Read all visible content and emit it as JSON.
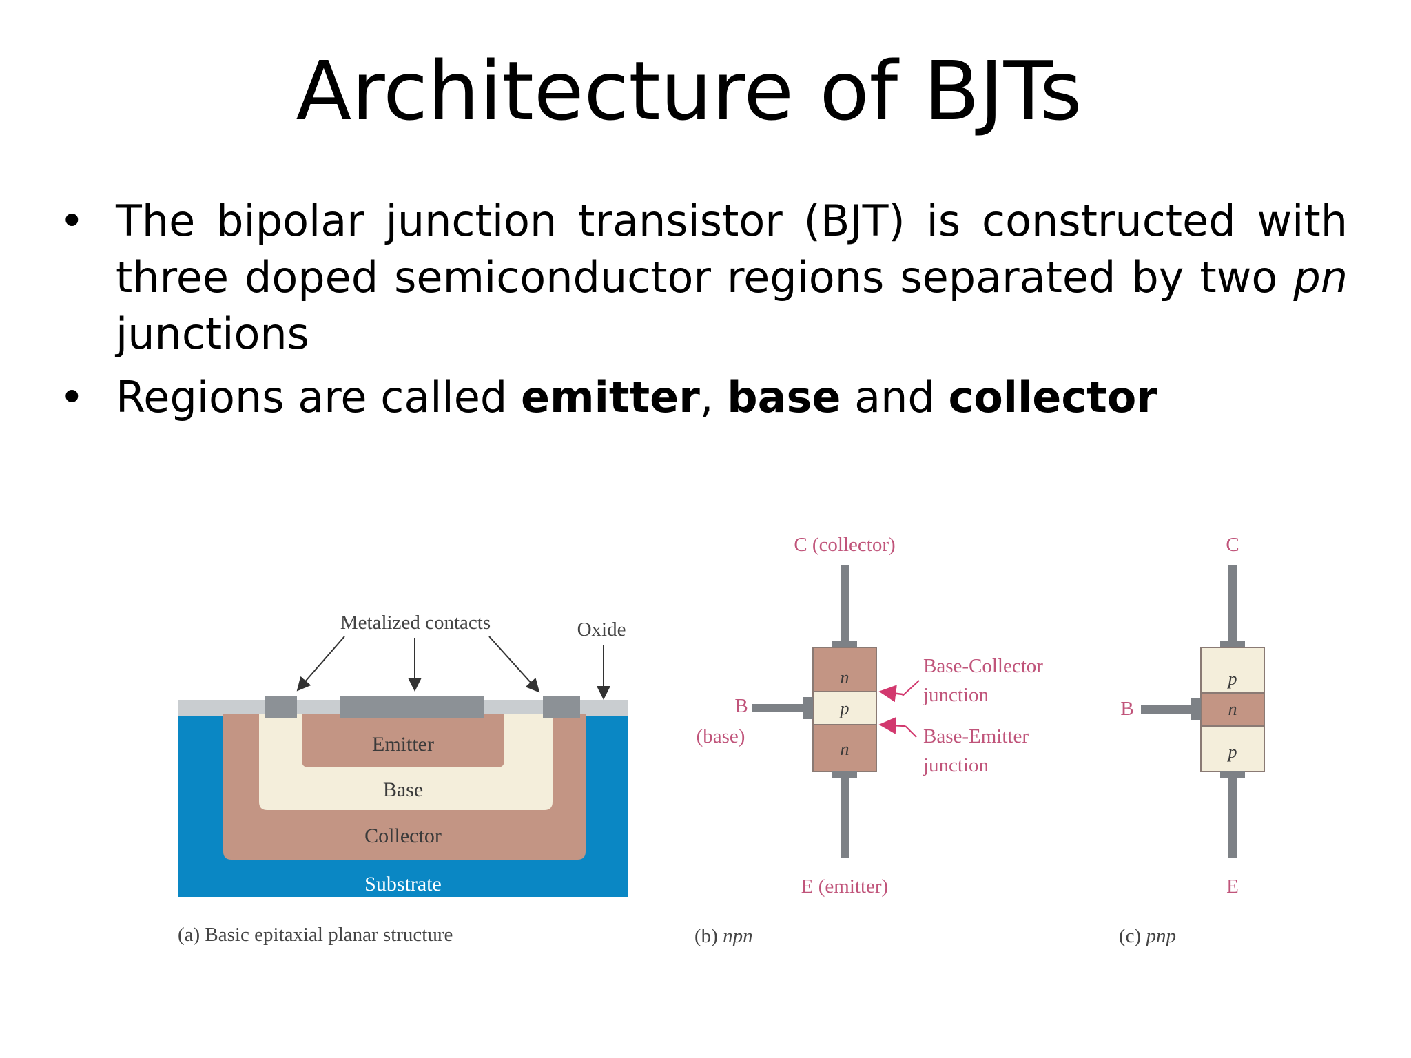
{
  "slide": {
    "title": "Architecture of BJTs",
    "bullet_glyph": "•",
    "bullets": [
      {
        "text_before": "The bipolar junction transistor (BJT) is constructed with three doped semiconductor regions separated by two ",
        "italic": "pn",
        "text_after": " junctions"
      },
      {
        "text_before": "Regions are called ",
        "bold1": "emitter",
        "sep1": ", ",
        "bold2": "base",
        "sep2": " and ",
        "bold3": "collector"
      }
    ]
  },
  "figure_a": {
    "label_metal": "Metalized contacts",
    "label_oxide": "Oxide",
    "label_emitter": "Emitter",
    "label_base": "Base",
    "label_collector": "Collector",
    "label_substrate": "Substrate",
    "caption": "(a) Basic epitaxial planar structure"
  },
  "figure_b": {
    "label_collector": "C (collector)",
    "label_b": "B",
    "label_base": "(base)",
    "label_emitter": "E (emitter)",
    "top_region": "n",
    "mid_region": "p",
    "bot_region": "n",
    "junction_bc_1": "Base-Collector",
    "junction_bc_2": "junction",
    "junction_be_1": "Base-Emitter",
    "junction_be_2": "junction",
    "caption_prefix": "(b) ",
    "caption_type": "npn"
  },
  "figure_c": {
    "label_c": "C",
    "label_b": "B",
    "label_e": "E",
    "top_region": "p",
    "mid_region": "n",
    "bot_region": "p",
    "caption_prefix": "(c) ",
    "caption_type": "pnp"
  },
  "colors": {
    "substrate": "#0a87c4",
    "collector": "#c39584",
    "base": "#f4eedb",
    "oxide": "#c9cdd0",
    "metal": "#8c9196",
    "lead": "#7d8186",
    "label_pink": "#c0547a",
    "arrow_pink": "#d2386e",
    "caption": "#444444"
  }
}
